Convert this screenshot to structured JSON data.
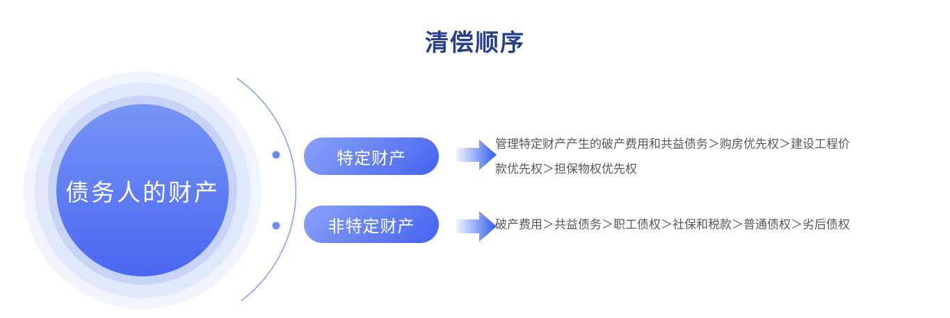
{
  "title": "清偿顺序",
  "circle": {
    "label": "债务人的财产"
  },
  "rows": [
    {
      "pill": "特定财产",
      "description": "管理特定财产产生的破产费用和共益债务＞购房优先权＞建设工程价款优先权＞担保物权优先权"
    },
    {
      "pill": "非特定财产",
      "description": "破产费用＞共益债务＞职工债权＞社保和税款＞普通债权＞劣后债权"
    }
  ],
  "colors": {
    "title_text": "#26408F",
    "body_text": "#595959",
    "pill_gradient_start": "#8BA2F8",
    "pill_gradient_end": "#4463F0",
    "circle_gradient_start": "#7795F7",
    "circle_gradient_end": "#4A66F0",
    "ring_inner": "#C7D4F7",
    "ring_mid": "#E0E9FC",
    "ring_outer": "#EFF4FE",
    "arc_stroke": "#7F9EF8",
    "dot_fill": "#6A8CF6",
    "arrow_gradient_start": "#F2F6FF",
    "arrow_gradient_end": "#2F5BEF",
    "background": "#FFFFFF"
  }
}
